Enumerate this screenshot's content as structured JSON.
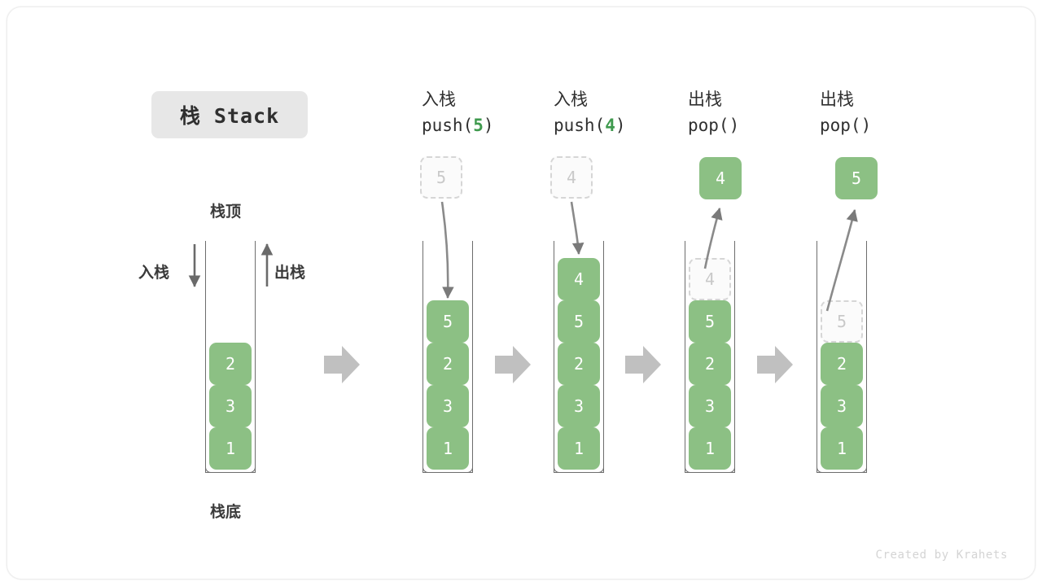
{
  "title": {
    "text": "栈 Stack"
  },
  "labels": {
    "top": "栈顶",
    "bottom": "栈底",
    "push": "入栈",
    "pop": "出栈"
  },
  "credit": "Created by Krahets",
  "colors": {
    "cell_fill": "#8cc084",
    "cell_text": "#ffffff",
    "ghost_border": "#d6d6d6",
    "ghost_text": "#c9c9c9",
    "accent_green": "#3f9a4e",
    "wall": "#6d6d6d",
    "arrow_gray": "#c0c0c0",
    "badge_bg": "#e7e7e7"
  },
  "columns": [
    {
      "id": "initial",
      "head_cn": "",
      "head_code": "",
      "head_arg": "",
      "float_label": "",
      "cells": [
        {
          "value": "2",
          "state": "solid"
        },
        {
          "value": "3",
          "state": "solid"
        },
        {
          "value": "1",
          "state": "solid"
        }
      ]
    },
    {
      "id": "push-5",
      "head_cn": "入栈",
      "head_code_pre": "push(",
      "head_arg": "5",
      "head_code_post": ")",
      "float_label": "5",
      "float_state": "ghost",
      "cells": [
        {
          "value": "5",
          "state": "solid"
        },
        {
          "value": "2",
          "state": "solid"
        },
        {
          "value": "3",
          "state": "solid"
        },
        {
          "value": "1",
          "state": "solid"
        }
      ]
    },
    {
      "id": "push-4",
      "head_cn": "入栈",
      "head_code_pre": "push(",
      "head_arg": "4",
      "head_code_post": ")",
      "float_label": "4",
      "float_state": "ghost",
      "cells": [
        {
          "value": "4",
          "state": "solid"
        },
        {
          "value": "5",
          "state": "solid"
        },
        {
          "value": "2",
          "state": "solid"
        },
        {
          "value": "3",
          "state": "solid"
        },
        {
          "value": "1",
          "state": "solid"
        }
      ]
    },
    {
      "id": "pop-1",
      "head_cn": "出栈",
      "head_code_pre": "pop(",
      "head_arg": "",
      "head_code_post": ")",
      "float_label": "4",
      "float_state": "solid",
      "cells": [
        {
          "value": "4",
          "state": "ghost"
        },
        {
          "value": "5",
          "state": "solid"
        },
        {
          "value": "2",
          "state": "solid"
        },
        {
          "value": "3",
          "state": "solid"
        },
        {
          "value": "1",
          "state": "solid"
        }
      ]
    },
    {
      "id": "pop-2",
      "head_cn": "出栈",
      "head_code_pre": "pop(",
      "head_arg": "",
      "head_code_post": ")",
      "float_label": "5",
      "float_state": "solid",
      "cells": [
        {
          "value": "5",
          "state": "ghost"
        },
        {
          "value": "2",
          "state": "solid"
        },
        {
          "value": "3",
          "state": "solid"
        },
        {
          "value": "1",
          "state": "solid"
        }
      ]
    }
  ],
  "step_arrows": [
    "→",
    "→",
    "→",
    "→"
  ]
}
